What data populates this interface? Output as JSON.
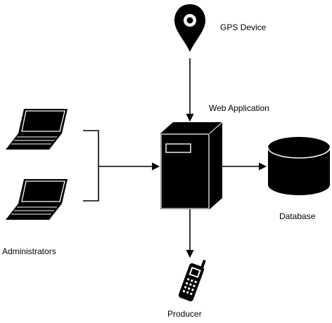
{
  "labels": {
    "gps_device": "GPS Device",
    "web_application": "Web Application",
    "database": "Database",
    "administrators": "Administrators",
    "producer": "Producer"
  },
  "icons": {
    "gps": "map-pin-icon",
    "laptop_top": "laptop-icon",
    "laptop_bottom": "laptop-icon",
    "server": "server-tower-icon",
    "database": "database-cylinder-icon",
    "phone": "mobile-phone-icon"
  },
  "colors": {
    "ink": "#000000",
    "paper": "#ffffff"
  }
}
